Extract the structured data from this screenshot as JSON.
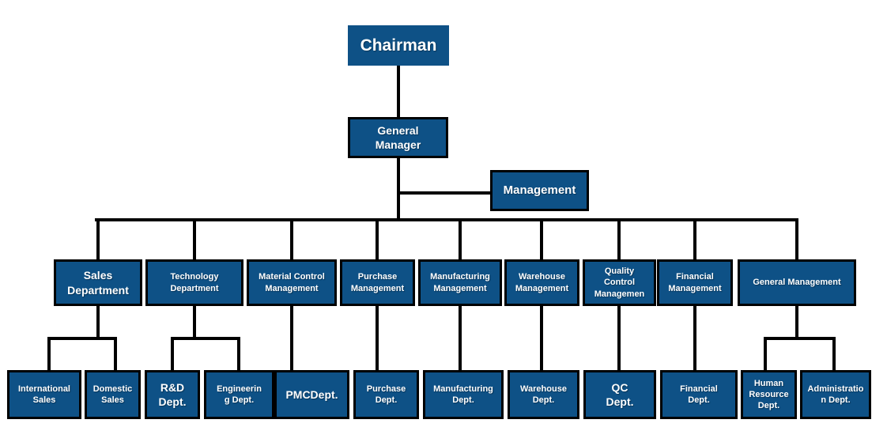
{
  "org_chart": {
    "colors": {
      "box_fill": "#0E5186",
      "box_border": "#000000",
      "line": "#000000",
      "text": "#FFFFFF",
      "background": "#FFFFFF"
    },
    "root": {
      "label": "Chairman"
    },
    "level2": {
      "general_manager": "General\nManager",
      "management": "Management"
    },
    "departments": [
      "Sales\nDepartment",
      "Technology\nDepartment",
      "Material Control\nManagement",
      "Purchase\nManagement",
      "Manufacturing\nManagement",
      "Warehouse\nManagement",
      "Quality\nControl\nManagemen",
      "Financial\nManagement",
      "General  Management"
    ],
    "sub_departments": [
      "International\nSales",
      "Domestic\nSales",
      "R&D\nDept.",
      "Engineerin\ng Dept.",
      "PMCDept.",
      "Purchase\nDept.",
      "Manufacturing\nDept.",
      "Warehouse\nDept.",
      "QC\nDept.",
      "Financial\nDept.",
      "Human\nResource\nDept.",
      "Administratio\nn Dept."
    ]
  }
}
